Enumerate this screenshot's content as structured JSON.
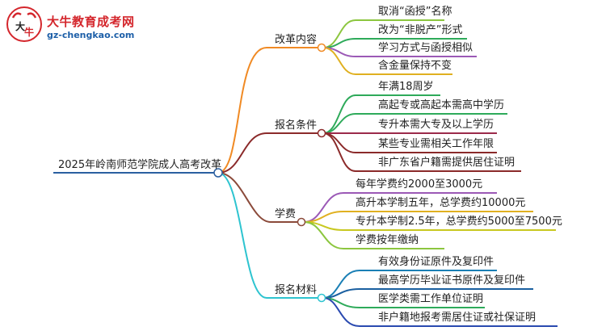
{
  "logo": {
    "title": "大牛教育成考网",
    "url": "gz-chengkao.com",
    "mark": "大牛"
  },
  "root": "2025年岭南师范学院成人高考改革",
  "branches": [
    {
      "label": "改革内容",
      "color": "#f08a24",
      "leaves": [
        "取消“函授”名称",
        "改为“非脱产”形式",
        "学习方式与函授相似",
        "含金量保持不变"
      ],
      "leaf_colors": [
        "#8cc63f",
        "#2eaa5a",
        "#9b59b6",
        "#e0b020"
      ]
    },
    {
      "label": "报名条件",
      "color": "#8b2a2a",
      "leaves": [
        "年满18周岁",
        "高起专或高起本需高中学历",
        "专升本需大专及以上学历",
        "某些专业需相关工作年限",
        "非广东省户籍需提供居住证明"
      ],
      "leaf_colors": [
        "#2eaa5a",
        "#2eaa5a",
        "#9b2a4a",
        "#8b2a2a",
        "#8b2a2a"
      ]
    },
    {
      "label": "学费",
      "color": "#8b4a3a",
      "leaves": [
        "每年学费约2000至3000元",
        "高升本学制五年，总学费约10000元",
        "专升本学制2.5年，总学费约5000至7500元",
        "学费按年缴纳"
      ],
      "leaf_colors": [
        "#9b59b6",
        "#e0b020",
        "#c8c820",
        "#8cc63f"
      ]
    },
    {
      "label": "报名材料",
      "color": "#2ec4d0",
      "leaves": [
        "有效身份证原件及复印件",
        "最高学历毕业证书原件及复印件",
        "医学类需工作单位证明",
        "非户籍地报考需居住证或社保证明"
      ],
      "leaf_colors": [
        "#1a7fb5",
        "#1a5fa0",
        "#2eaa5a",
        "#2a4ab0"
      ]
    }
  ]
}
